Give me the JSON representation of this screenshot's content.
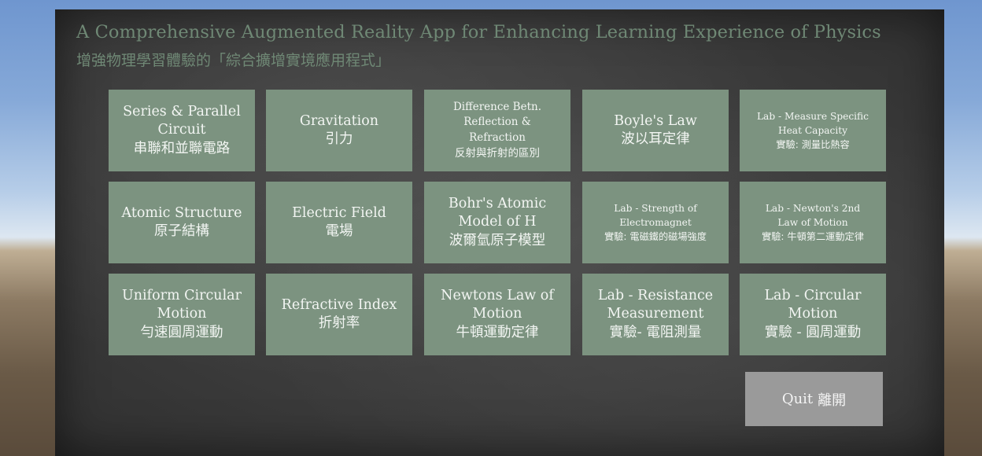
{
  "header": {
    "title_en": "A Comprehensive Augmented Reality App for Enhancing Learning Experience of Physics",
    "title_zh": "增強物理學習體驗的「綜合擴增實境應用程式」"
  },
  "menu": {
    "rows": [
      [
        {
          "lines": [
            "Series & Parallel",
            "Circuit",
            "串聯和並聯電路"
          ]
        },
        {
          "lines": [
            "Gravitation",
            "引力"
          ]
        },
        {
          "lines": [
            "Difference Betn.",
            "Reflection &",
            "Refraction",
            "反射與折射的區別"
          ]
        },
        {
          "lines": [
            "Boyle's Law",
            "波以耳定律"
          ]
        },
        {
          "lines": [
            "Lab - Measure Specific",
            "Heat Capacity",
            "實驗: 測量比熱容"
          ]
        }
      ],
      [
        {
          "lines": [
            "Atomic Structure",
            "原子結構"
          ]
        },
        {
          "lines": [
            "Electric Field",
            "電場"
          ]
        },
        {
          "lines": [
            "Bohr's Atomic",
            "Model of H",
            "波爾氫原子模型"
          ]
        },
        {
          "lines": [
            "Lab - Strength of",
            "Electromagnet",
            "實驗: 電磁鐵的磁場強度"
          ]
        },
        {
          "lines": [
            "Lab - Newton's 2nd",
            "Law of Motion",
            "實驗: 牛頓第二運動定律"
          ]
        }
      ],
      [
        {
          "lines": [
            "Uniform Circular",
            "Motion",
            "勻速圓周運動"
          ]
        },
        {
          "lines": [
            "Refractive Index",
            "折射率"
          ]
        },
        {
          "lines": [
            "Newtons Law of",
            "Motion",
            "牛頓運動定律"
          ]
        },
        {
          "lines": [
            "Lab - Resistance",
            "Measurement",
            "實驗- 電阻測量"
          ]
        },
        {
          "lines": [
            "Lab - Circular",
            "Motion",
            "實驗 - 圓周運動"
          ]
        }
      ]
    ]
  },
  "quit": {
    "label_en": "Quit",
    "label_zh": "離開"
  },
  "colors": {
    "tile_bg": "#7c9380",
    "title_text": "#6f8875",
    "quit_bg": "#9a9a9a"
  }
}
